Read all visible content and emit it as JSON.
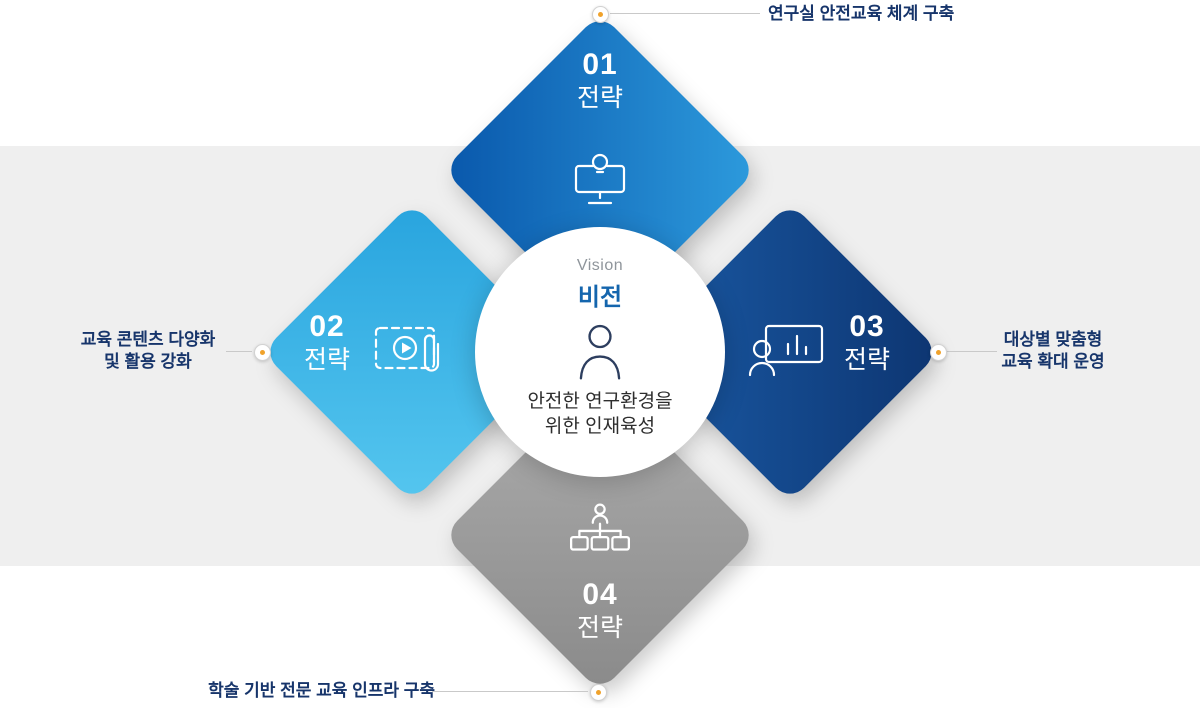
{
  "diagram": {
    "center": {
      "vision_en": "Vision",
      "vision_ko": "비전",
      "desc_line1": "안전한 연구환경을",
      "desc_line2": "위한 인재육성",
      "icon": "person-icon"
    },
    "strategies": [
      {
        "number": "01",
        "label": "전략",
        "position": "top",
        "icon": "monitor-lightbulb-icon",
        "callout_lines": [
          "연구실 안전교육 체계 구축"
        ]
      },
      {
        "number": "02",
        "label": "전략",
        "position": "left",
        "icon": "video-content-icon",
        "callout_lines": [
          "교육 콘텐츠 다양화",
          "및 활용 강화"
        ]
      },
      {
        "number": "03",
        "label": "전략",
        "position": "right",
        "icon": "audience-chart-icon",
        "callout_lines": [
          "대상별 맞춤형",
          "교육 확대 운영"
        ]
      },
      {
        "number": "04",
        "label": "전략",
        "position": "bottom",
        "icon": "organization-icon",
        "callout_lines": [
          "학술 기반 전문 교육 인프라 구축"
        ]
      }
    ],
    "colors": {
      "band": "#efefef",
      "strategy1_gradient": [
        "#0957ab",
        "#2d9bdd"
      ],
      "strategy2_gradient": [
        "#28a4de",
        "#55c6ef"
      ],
      "strategy3_gradient": [
        "#1a5aa5",
        "#0d3571"
      ],
      "strategy4_gradient": [
        "#adadad",
        "#8a8a8a"
      ],
      "callout_text": "#17356b",
      "vision_ko_color": "#1465ad",
      "marker_dot": "#f0a22b"
    }
  }
}
